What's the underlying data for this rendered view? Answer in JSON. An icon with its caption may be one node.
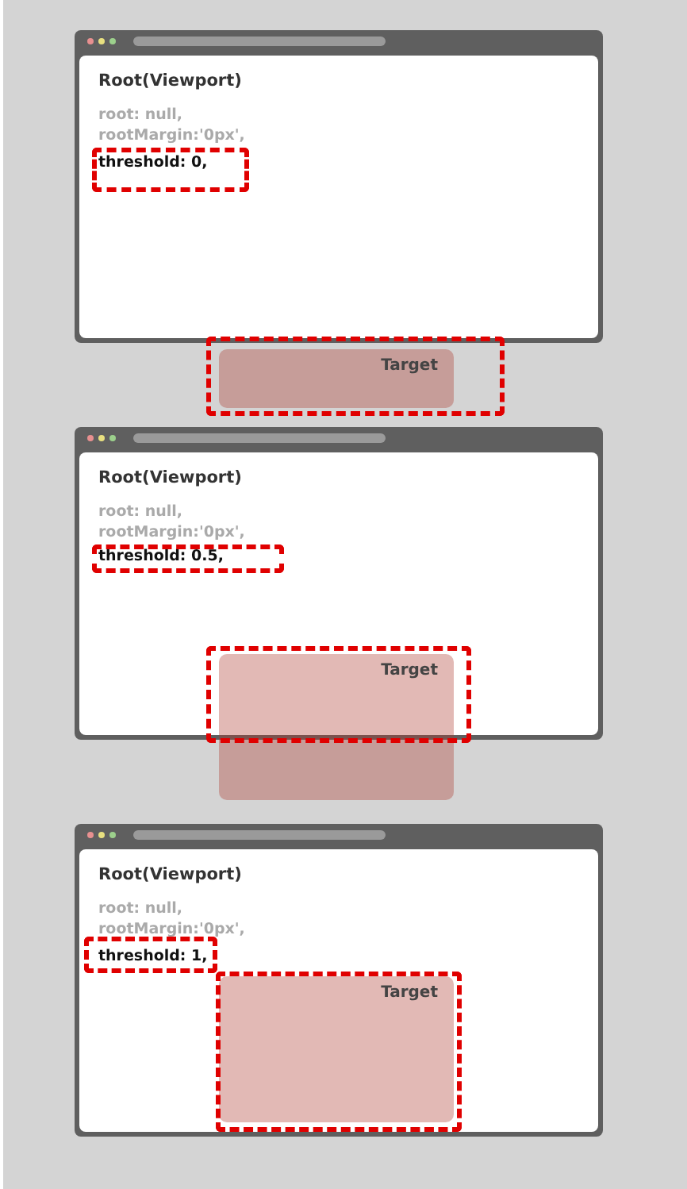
{
  "diagram": {
    "nodes": [
      {
        "text": [
          "Root(Viewport)",
          "root: null, rootMargin:'0px',",
          "threshold: 0,"
        ]
      },
      {
        "text": [
          "Target"
        ]
      },
      {
        "text": [
          "Root(Viewport)",
          "root: null, rootMargin:'0px',",
          "threshold: 0.5,"
        ]
      },
      {
        "text": [
          "Target"
        ]
      },
      {
        "text": [
          "Root(Viewport)",
          "root: null, rootMargin:'0px',",
          "threshold: 1,"
        ]
      },
      {
        "text": [
          "Target"
        ],
        "in": 4
      }
    ]
  }
}
